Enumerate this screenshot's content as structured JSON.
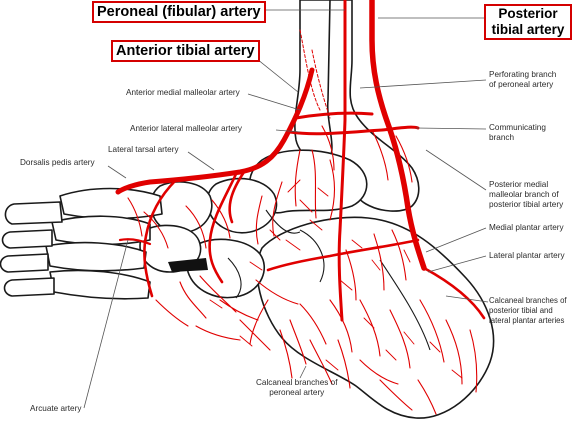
{
  "colors": {
    "artery": "#e00000",
    "bone_outline": "#1a1a1a",
    "label_box_border": "#d40000",
    "text": "#2a2a2a"
  },
  "headline_labels": {
    "peroneal": "Peroneal (fibular) artery",
    "posterior_tibial_line1": "Posterior",
    "posterior_tibial_line2": "tibial artery",
    "anterior_tibial": "Anterior tibial artery"
  },
  "labels": {
    "perforating_1": "Perforating branch",
    "perforating_2": "of peroneal artery",
    "anterior_medial_malleolar": "Anterior medial malleolar artery",
    "anterior_lateral_malleolar": "Anterior lateral malleolar artery",
    "communicating_1": "Communicating",
    "communicating_2": "branch",
    "lateral_tarsal": "Lateral tarsal artery",
    "dorsalis_pedis": "Dorsalis pedis artery",
    "post_medial_malleolar_1": "Posterior medial",
    "post_medial_malleolar_2": "malleolar branch of",
    "post_medial_malleolar_3": "posterior tibial artery",
    "medial_plantar": "Medial plantar artery",
    "lateral_plantar": "Lateral plantar artery",
    "calcaneal_post_1": "Calcaneal branches of",
    "calcaneal_post_2": "posterior tibial and",
    "calcaneal_post_3": "lateral plantar arteries",
    "calcaneal_peroneal_1": "Calcaneal branches of",
    "calcaneal_peroneal_2": "peroneal artery",
    "arcuate": "Arcuate artery"
  }
}
